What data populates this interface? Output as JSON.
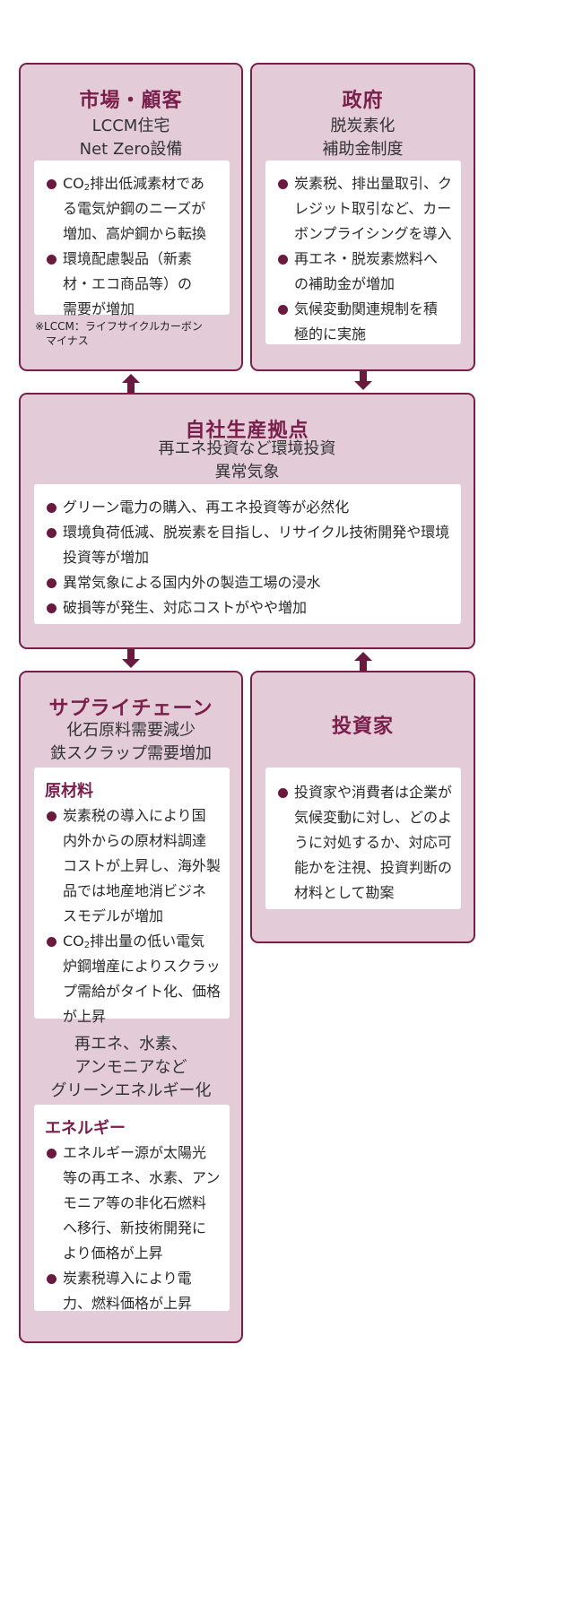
{
  "market": {
    "title": "市場・顧客",
    "subtitle_lines": [
      "LCCM住宅",
      "Net Zero設備"
    ],
    "bullets": [
      {
        "pre": "CO",
        "sub": "2",
        "post": "排出低減素材であ",
        "lines": [
          "る電気炉鋼のニーズが",
          "増加、高炉鋼から転換"
        ]
      },
      {
        "lines": [
          "環境配慮製品（新素",
          "材・エコ商品等）の",
          "需要が増加"
        ]
      }
    ],
    "note_lines": [
      "※LCCM：ライフサイクルカーボン",
      "マイナス"
    ]
  },
  "government": {
    "title": "政府",
    "subtitle_lines": [
      "脱炭素化",
      "補助金制度"
    ],
    "bullets": [
      {
        "lines": [
          "炭素税、排出量取引、ク",
          "レジット取引など、カー",
          "ボンプライシングを導入"
        ]
      },
      {
        "lines": [
          "再エネ・脱炭素燃料へ",
          "の補助金が増加"
        ]
      },
      {
        "lines": [
          "気候変動関連規制を積",
          "極的に実施"
        ]
      }
    ]
  },
  "own_site": {
    "title": "自社生産拠点",
    "subtitle_lines": [
      "再エネ投資など環境投資",
      "異常気象"
    ],
    "bullets": [
      {
        "lines": [
          "グリーン電力の購入、再エネ投資等が必然化"
        ]
      },
      {
        "lines": [
          "環境負荷低減、脱炭素を目指し、リサイクル技術開発や環境",
          "投資等が増加"
        ]
      },
      {
        "lines": [
          "異常気象による国内外の製造工場の浸水"
        ]
      },
      {
        "lines": [
          "破損等が発生、対応コストがやや増加"
        ]
      }
    ]
  },
  "supply_chain": {
    "title": "サプライチェーン",
    "subtitle_lines": [
      "化石原料需要減少",
      "鉄スクラップ需要増加"
    ],
    "materials_heading": "原材料",
    "materials_bullets": [
      {
        "lines": [
          "炭素税の導入により国",
          "内外からの原材料調達",
          "コストが上昇し、海外製",
          "品では地産地消ビジネ",
          "スモデルが増加"
        ]
      },
      {
        "pre": "CO",
        "sub": "2",
        "post": "排出量の低い電気",
        "lines": [
          "炉鋼増産によりスクラッ",
          "プ需給がタイト化、価格",
          "が上昇"
        ]
      }
    ],
    "energy_caption_lines": [
      "再エネ、水素、",
      "アンモニアなど",
      "グリーンエネルギー化"
    ],
    "energy_heading": "エネルギー",
    "energy_bullets": [
      {
        "lines": [
          "エネルギー源が太陽光",
          "等の再エネ、水素、アン",
          "モニア等の非化石燃料",
          "へ移行、新技術開発に",
          "より価格が上昇"
        ]
      },
      {
        "lines": [
          "炭素税導入により電",
          "力、燃料価格が上昇"
        ]
      }
    ]
  },
  "investors": {
    "title": "投資家",
    "bullets": [
      {
        "lines": [
          "投資家や消費者は企業が",
          "気候変動に対し、どのよ",
          "うに対処するか、対応可",
          "能かを注視、投資判断の",
          "材料として勘案"
        ]
      }
    ]
  },
  "colors": {
    "panel_fill": "#e3ccd7",
    "panel_border": "#7a1e4b",
    "title_text": "#7a1e4b",
    "bullet": "#6b1a3f"
  }
}
